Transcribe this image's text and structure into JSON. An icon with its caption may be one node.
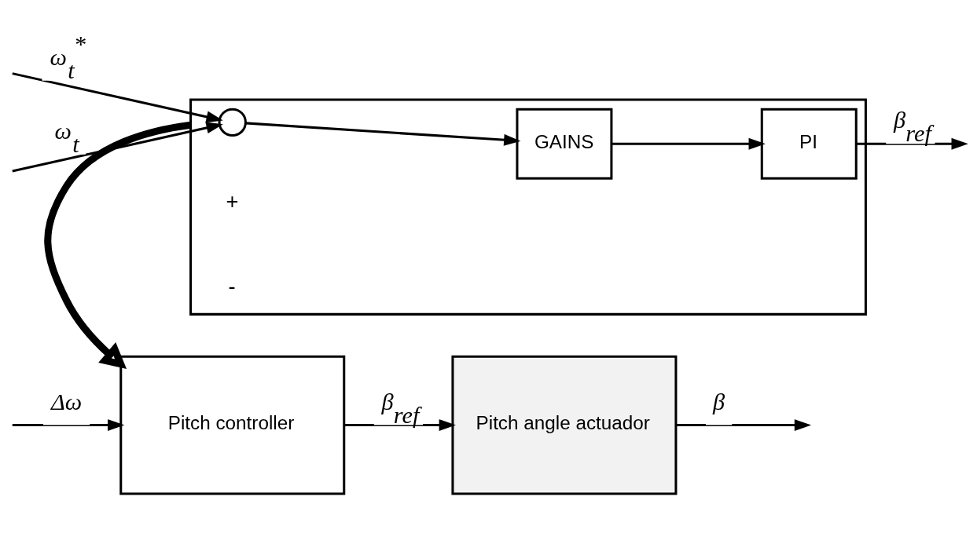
{
  "diagram": {
    "nodes": [
      {
        "text": [
          "Pitch controller"
        ]
      },
      {
        "text": [
          "Pitch angle actuador"
        ]
      },
      {
        "text": [],
        "shape": "box"
      },
      {
        "text": [],
        "shape": "circle",
        "in": 2
      },
      {
        "text": [
          "GAINS"
        ],
        "in": 2
      },
      {
        "text": [
          "PI"
        ],
        "in": 2
      }
    ],
    "edges": [
      {
        "from": null,
        "to": 0,
        "arrow": "to",
        "label": "Δω"
      },
      {
        "from": 0,
        "to": 1,
        "arrow": "to",
        "label": "β$_{ref}$"
      },
      {
        "from": 1,
        "to": null,
        "arrow": "to",
        "label": "β"
      },
      {
        "from": null,
        "to": 3,
        "arrow": "to",
        "label": "ω$_{t}$$^{*}$"
      },
      {
        "from": null,
        "to": 3,
        "arrow": "to",
        "label": "ω$_{t}$"
      },
      {
        "from": 3,
        "to": 4,
        "arrow": "to"
      },
      {
        "from": 4,
        "to": 5,
        "arrow": "to"
      },
      {
        "from": 5,
        "to": null,
        "arrow": "to",
        "label": "β$_{ref}$"
      },
      {
        "from": 2,
        "to": 0,
        "arrow": "to",
        "style": "thick"
      }
    ],
    "labels": [
      "+",
      "-"
    ]
  }
}
